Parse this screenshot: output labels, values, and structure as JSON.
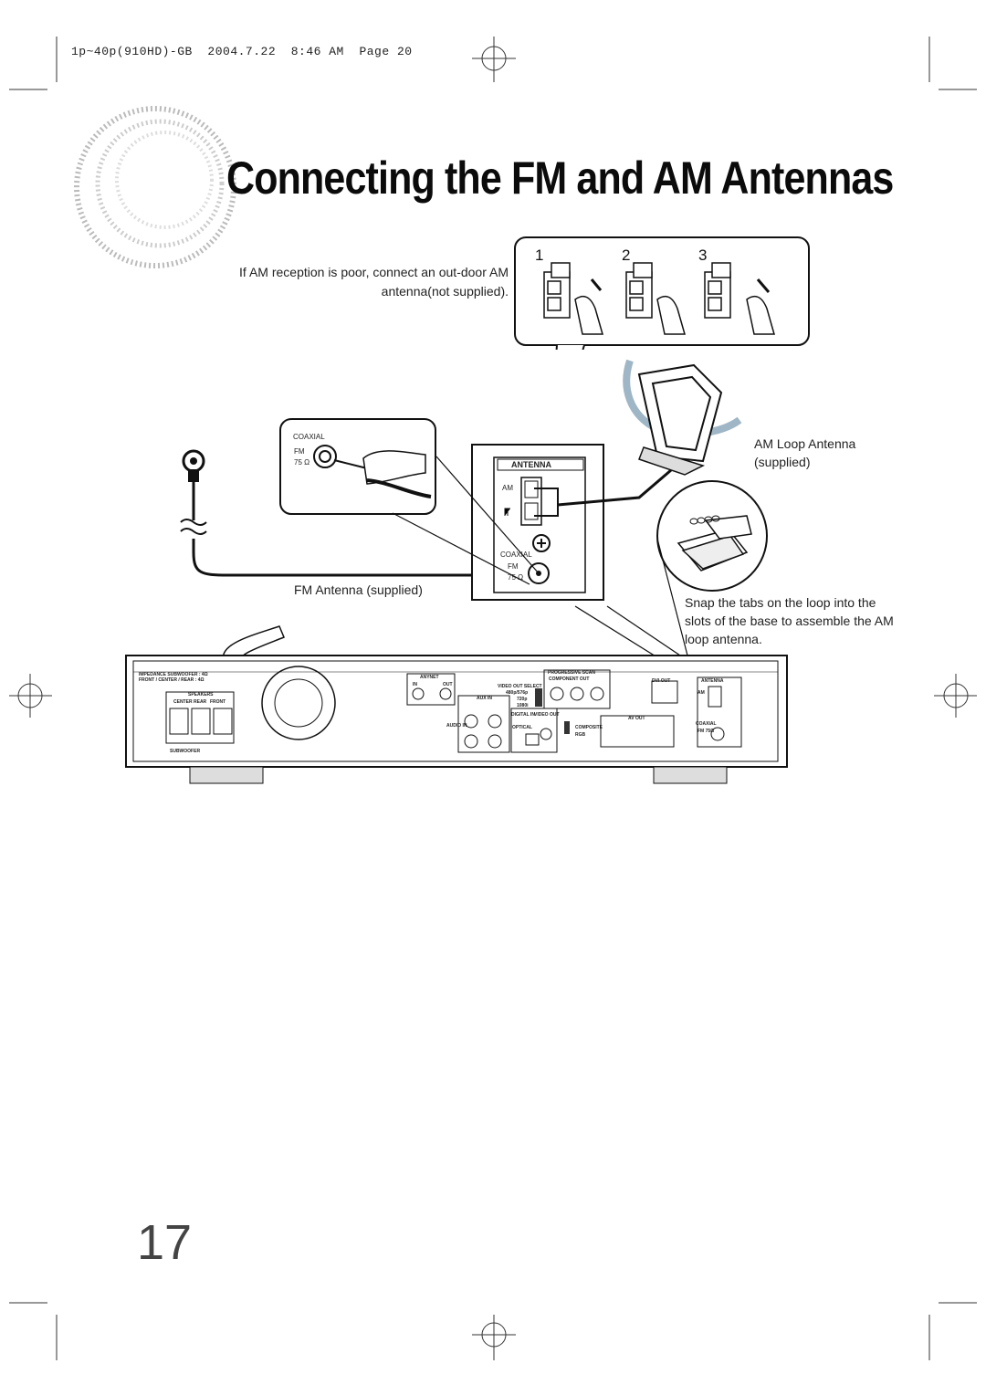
{
  "header": {
    "print_line": "1p~40p(910HD)-GB  2004.7.22  8:46 AM  Page 20"
  },
  "title": "Connecting the FM and AM Antennas",
  "intro_text": "If AM reception is poor, connect an out-door AM antenna(not supplied).",
  "steps": [
    "1",
    "2",
    "3"
  ],
  "labels": {
    "am_loop": "AM Loop Antenna (supplied)",
    "fm_antenna": "FM Antenna (supplied)",
    "snap_note": "Snap the tabs on the loop into the slots of the base to assemble the AM loop antenna."
  },
  "fm_detail": {
    "coaxial": "COAXIAL",
    "fm": "FM",
    "ohm": "75 Ω"
  },
  "antenna_panel": {
    "title": "ANTENNA",
    "am": "AM",
    "coaxial": "COAXIAL",
    "fm": "FM",
    "ohm": "75 Ω"
  },
  "rear_panel": {
    "impedance": "IMPEDANCE SUBWOOFER : 4Ω",
    "impedance2": "FRONT / CENTER / REAR : 4Ω",
    "speakers": "SPEAKERS",
    "center": "CENTER",
    "rear": "REAR",
    "front": "FRONT",
    "subwoofer": "SUBWOOFER",
    "anynet": "ANYNET",
    "in": "IN",
    "out": "OUT",
    "progressive": "PROGRESSIVE SCAN",
    "component_out": "COMPONENT OUT",
    "video_out_select": "VIDEO OUT SELECT",
    "r480": "480p/576p",
    "r720": "720p",
    "r1080": "1080i",
    "aux_in": "AUX IN",
    "audio_in": "AUDIO IN",
    "digital_in": "DIGITAL IN",
    "video_out": "VIDEO OUT",
    "optical": "OPTICAL",
    "composite": "COMPOSITE",
    "rgb": "RGB",
    "dvi_out": "DVI OUT",
    "av_out": "AV OUT",
    "antenna": "ANTENNA",
    "am": "AM",
    "coaxial": "COAXIAL",
    "fm": "FM 75Ω"
  },
  "page_number": "17"
}
